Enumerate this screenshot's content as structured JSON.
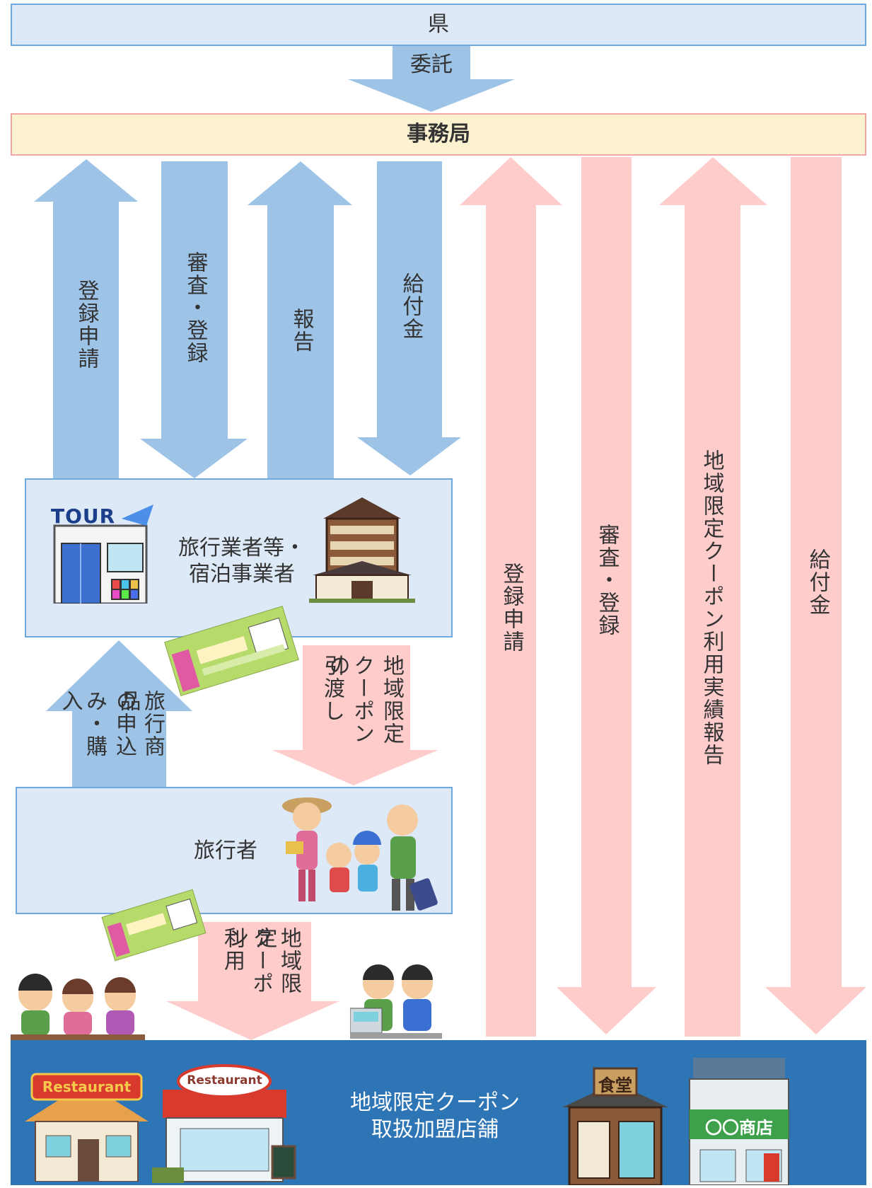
{
  "top": {
    "prefecture": "県",
    "entrust": "委託",
    "secretariat": "事務局"
  },
  "left_arrows": [
    "登録申請",
    "審査・登録",
    "報告",
    "給付金"
  ],
  "right_arrows": [
    "登録申請",
    "審査・登録",
    "地域限定クーポン利用実績報告",
    "給付金"
  ],
  "operators_box": {
    "line1": "旅行業者等・",
    "line2": "宿泊事業者",
    "tour_sign": "TOUR"
  },
  "purchase_arrow": {
    "line1": "旅行商品",
    "line2": "の申込",
    "line3": "み・購入"
  },
  "coupon_handover_arrow": {
    "line1": "地域限定",
    "line2": "クーポンの",
    "line3": "引渡し"
  },
  "traveler_box": {
    "label": "旅行者"
  },
  "coupon_use_arrow": {
    "line1": "地域限定",
    "line2": "クーポン",
    "line3": "利用"
  },
  "stores_box": {
    "line1": "地域限定クーポン",
    "line2": "取扱加盟店舗",
    "restaurant1": "Restaurant",
    "restaurant2": "Restaurant",
    "shokudo": "食堂",
    "shop": "〇〇商店"
  },
  "colors": {
    "blue_arrow": "#9dc3e6",
    "pink_arrow": "#ffcccc",
    "store_band": "#2e75b6",
    "box_fill": "#dde9f6",
    "secretariat_fill": "#fdf2d0"
  }
}
